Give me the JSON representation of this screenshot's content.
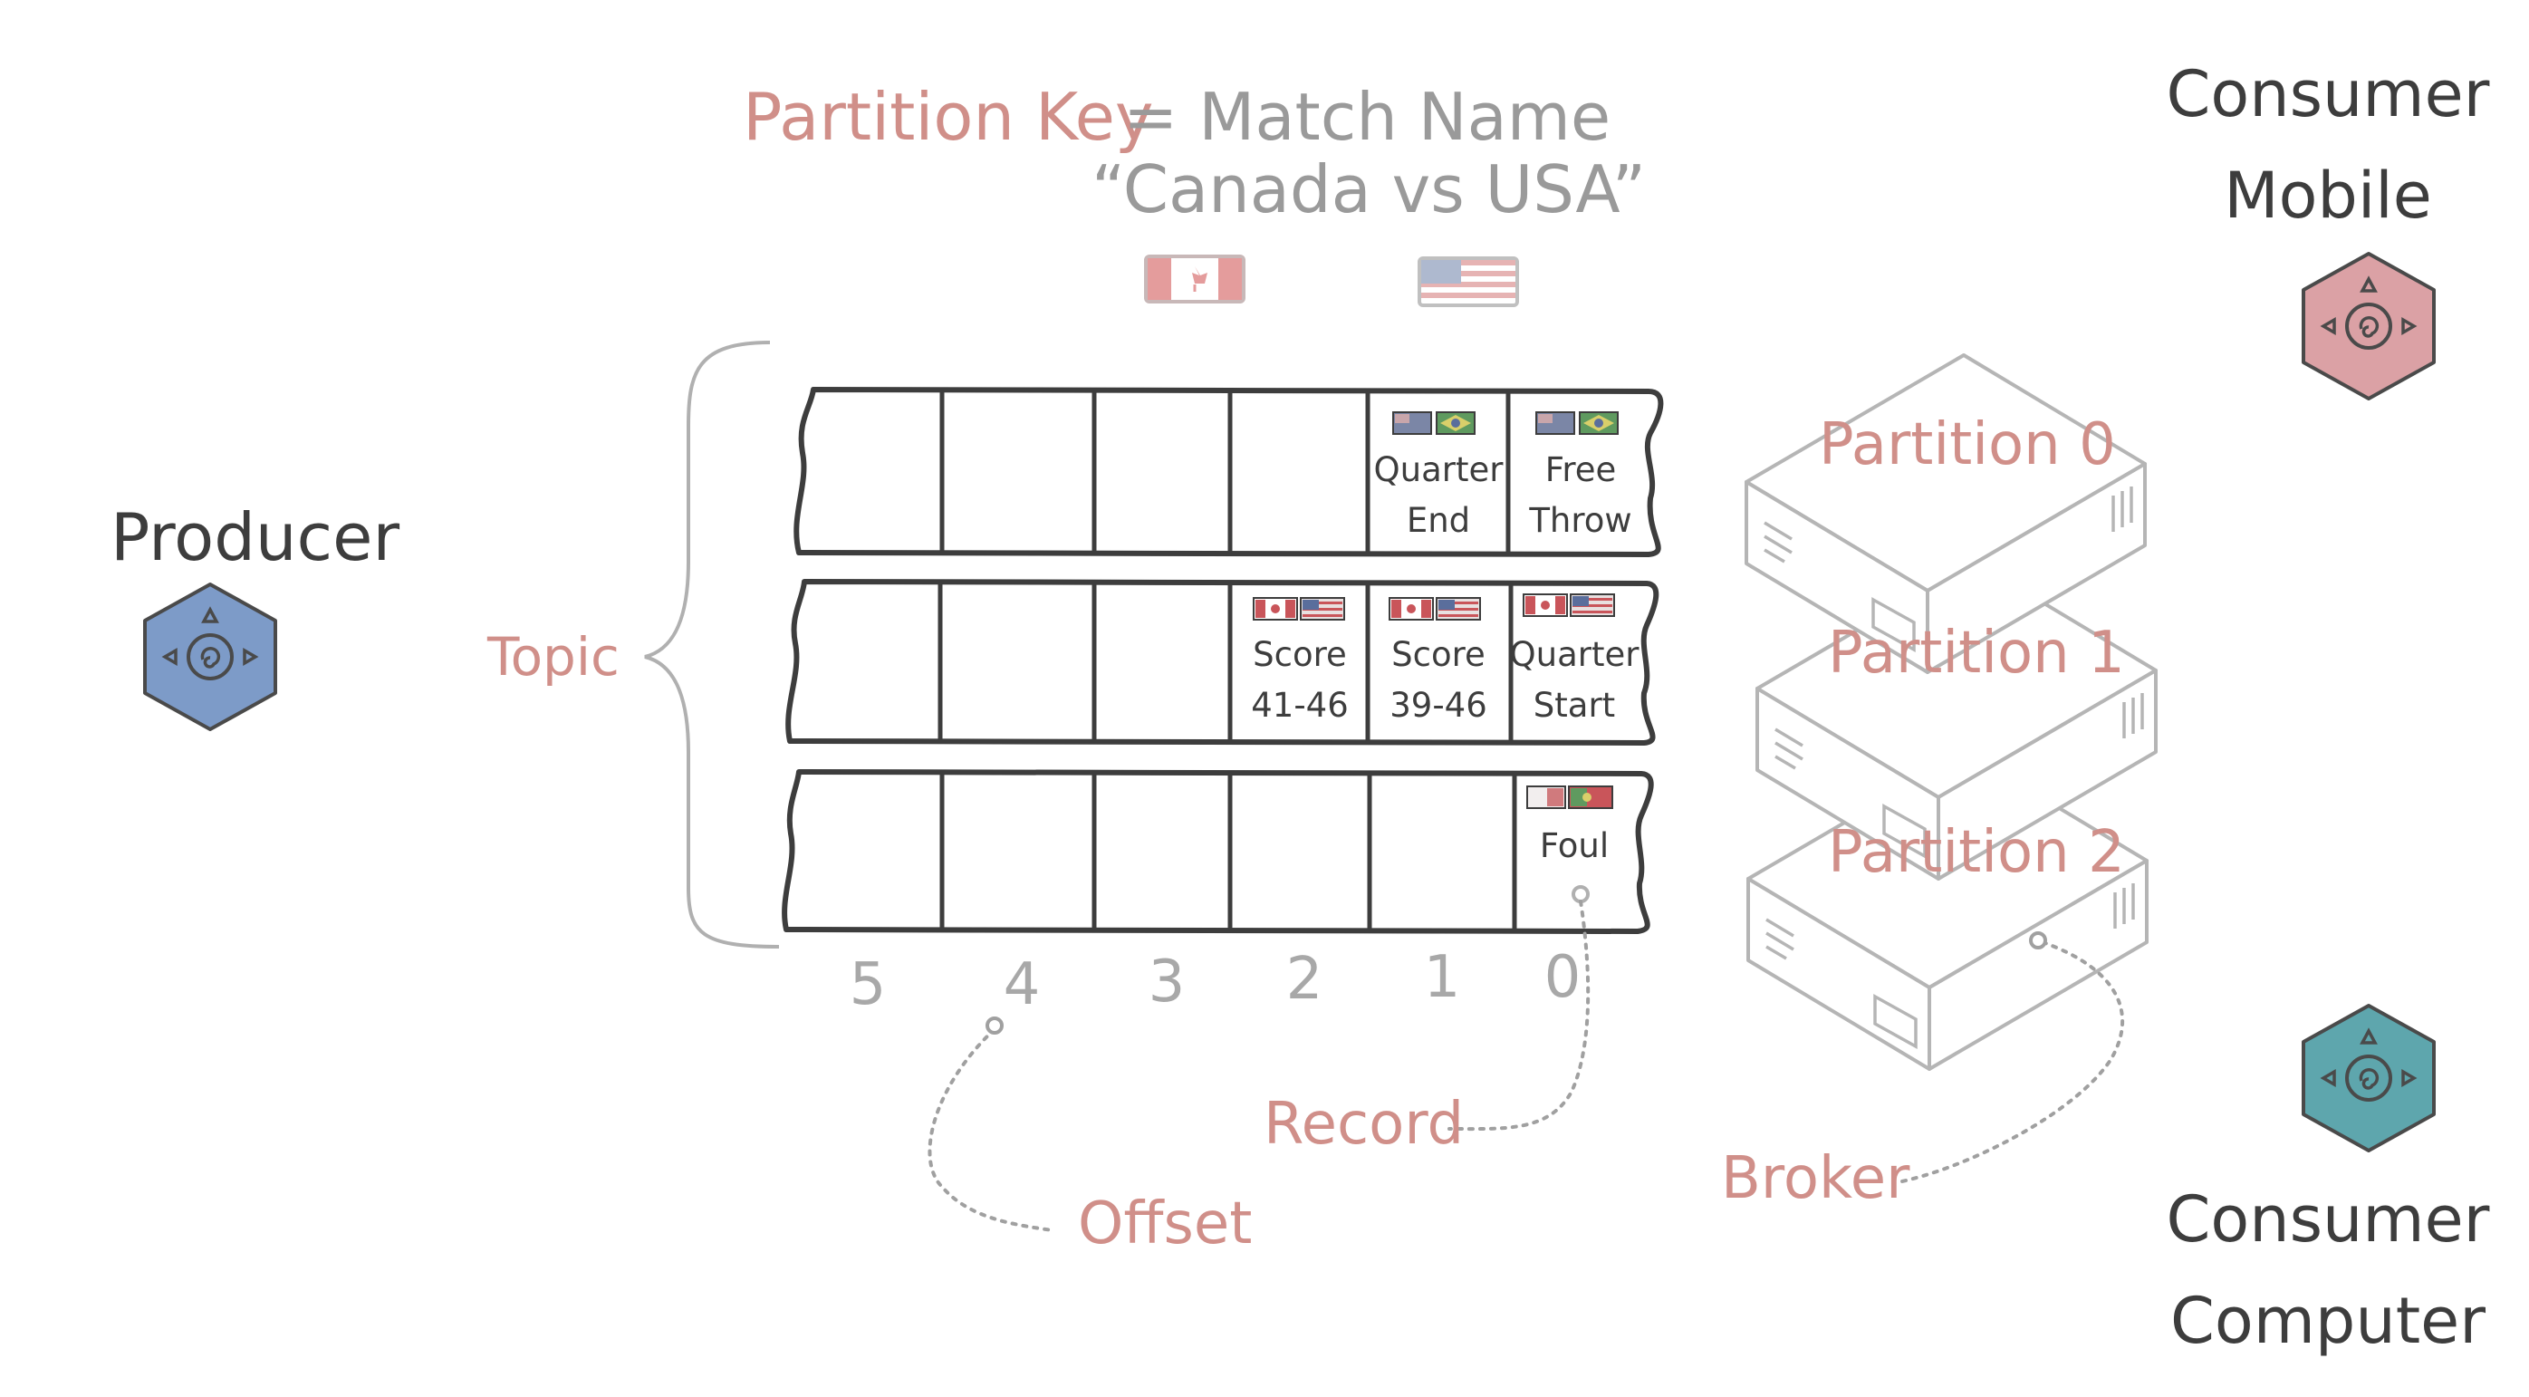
{
  "header": {
    "partition_key_label": "Partition Key",
    "equals_match_name": "= Match Name",
    "match_example": "“Canada vs USA”"
  },
  "producer": {
    "label": "Producer",
    "icon": "service-hexagon-icon"
  },
  "topic_label": "Topic",
  "partitions": [
    {
      "row": 0,
      "records": [
        {
          "offset": 1,
          "line1": "Quarter",
          "line2": "End",
          "flags": [
            "australia-flag",
            "brazil-flag"
          ]
        },
        {
          "offset": 0,
          "line1": "Free",
          "line2": "Throw",
          "flags": [
            "australia-flag",
            "brazil-flag"
          ]
        }
      ]
    },
    {
      "row": 1,
      "records": [
        {
          "offset": 2,
          "line1": "Score",
          "line2": "41-46",
          "flags": [
            "canada-flag",
            "usa-flag"
          ]
        },
        {
          "offset": 1,
          "line1": "Score",
          "line2": "39-46",
          "flags": [
            "canada-flag",
            "usa-flag"
          ]
        },
        {
          "offset": 0,
          "line1": "Quarter",
          "line2": "Start",
          "flags": [
            "canada-flag",
            "usa-flag"
          ]
        }
      ]
    },
    {
      "row": 2,
      "records": [
        {
          "offset": 0,
          "line1": "Foul",
          "line2": "",
          "flags": [
            "white-red-flag",
            "portugal-flag"
          ]
        }
      ]
    }
  ],
  "offsets": [
    "5",
    "4",
    "3",
    "2",
    "1",
    "0"
  ],
  "brokers": [
    {
      "label": "Partition 0"
    },
    {
      "label": "Partition 1"
    },
    {
      "label": "Partition 2"
    }
  ],
  "annotations": {
    "offset": "Offset",
    "record": "Record",
    "broker": "Broker"
  },
  "consumers": [
    {
      "line1": "Consumer",
      "line2": "Mobile",
      "icon": "service-hexagon-icon"
    },
    {
      "line1": "Consumer",
      "line2": "Computer",
      "icon": "service-hexagon-icon"
    }
  ],
  "colors": {
    "ink": "#3d3d3d",
    "gray": "#9a9a9a",
    "accent": "#d08f89",
    "producer": "#7d9bc8",
    "consumer_mobile": "#dba1a5",
    "consumer_computer": "#5ea6ad"
  }
}
